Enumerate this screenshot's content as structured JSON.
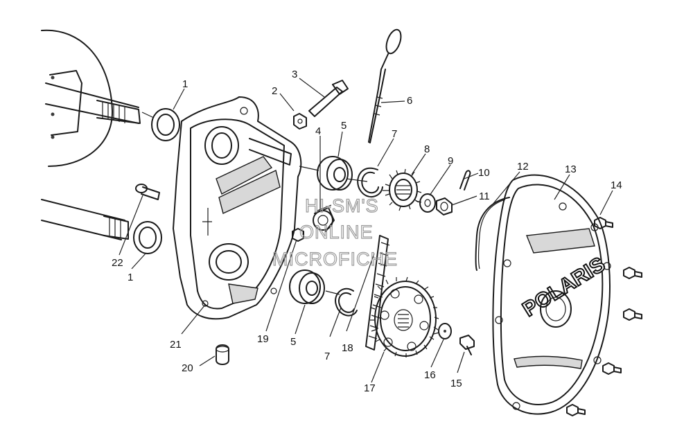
{
  "callouts": [
    {
      "label": "1"
    },
    {
      "label": "2"
    },
    {
      "label": "3"
    },
    {
      "label": "4"
    },
    {
      "label": "5"
    },
    {
      "label": "6"
    },
    {
      "label": "7"
    },
    {
      "label": "8"
    },
    {
      "label": "9"
    },
    {
      "label": "10"
    },
    {
      "label": "11"
    },
    {
      "label": "12"
    },
    {
      "label": "13"
    },
    {
      "label": "14"
    },
    {
      "label": "22"
    },
    {
      "label": "1"
    },
    {
      "label": "21"
    },
    {
      "label": "19"
    },
    {
      "label": "5"
    },
    {
      "label": "7"
    },
    {
      "label": "18"
    },
    {
      "label": "17"
    },
    {
      "label": "16"
    },
    {
      "label": "15"
    },
    {
      "label": "20"
    }
  ],
  "watermark": {
    "line1": "HI-SM'S",
    "line2": "ONLINE",
    "line3": "MICROFICHE"
  },
  "cover_logo": "POLARIS",
  "colors": {
    "line": "#1a1a1a",
    "background": "#ffffff",
    "watermark": "#9a9a9a"
  }
}
